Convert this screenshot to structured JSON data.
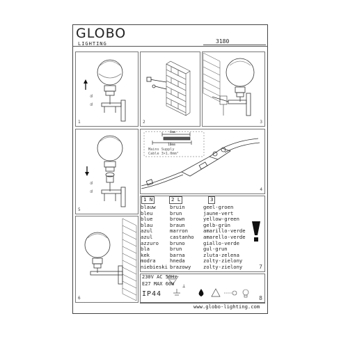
{
  "header": {
    "brand": "GLOBO",
    "subtitle": "LIGHTING",
    "product_number": "3180"
  },
  "panels": [
    {
      "number": "1"
    },
    {
      "number": "2"
    },
    {
      "number": "3"
    },
    {
      "number": "4"
    },
    {
      "number": "5"
    },
    {
      "number": "6"
    },
    {
      "number": "7"
    }
  ],
  "panel1": {
    "label_top": "GL",
    "label_bottom": "GL"
  },
  "panel5": {
    "label_top": "GL",
    "label_bottom": "GL"
  },
  "panel4": {
    "dim1": "6mm",
    "dim2": "10mm",
    "note_line1": "Mains Supply",
    "note_line2": "Cable 3×1.0mm²"
  },
  "wire_table": {
    "headers": [
      "1 N",
      "2 L",
      "3"
    ],
    "columns": [
      [
        "blauw",
        "bleu",
        "blue",
        "blau",
        "azul",
        "azul",
        "azzuro",
        "bla",
        "kek",
        "modra",
        "niebieski"
      ],
      [
        "bruin",
        "brun",
        "brown",
        "braun",
        "marron",
        "castanho",
        "bruno",
        "brun",
        "barna",
        "hneda",
        "brazowy"
      ],
      [
        "geel-groen",
        "jaune-vert",
        "yellow-green",
        "gelb-grün",
        "amarillo-verde",
        "amarello-verde",
        "giallo-verde",
        "gul-grun",
        "zluta-zelena",
        "zolty-zielony",
        "zolty-zielony"
      ]
    ]
  },
  "specs": {
    "voltage": "230V AC 50Hz",
    "bulb": "E27  MAX  60W",
    "ip": "IP44",
    "panel8": "8"
  },
  "footer": {
    "url": "www.globo-lighting.com"
  }
}
